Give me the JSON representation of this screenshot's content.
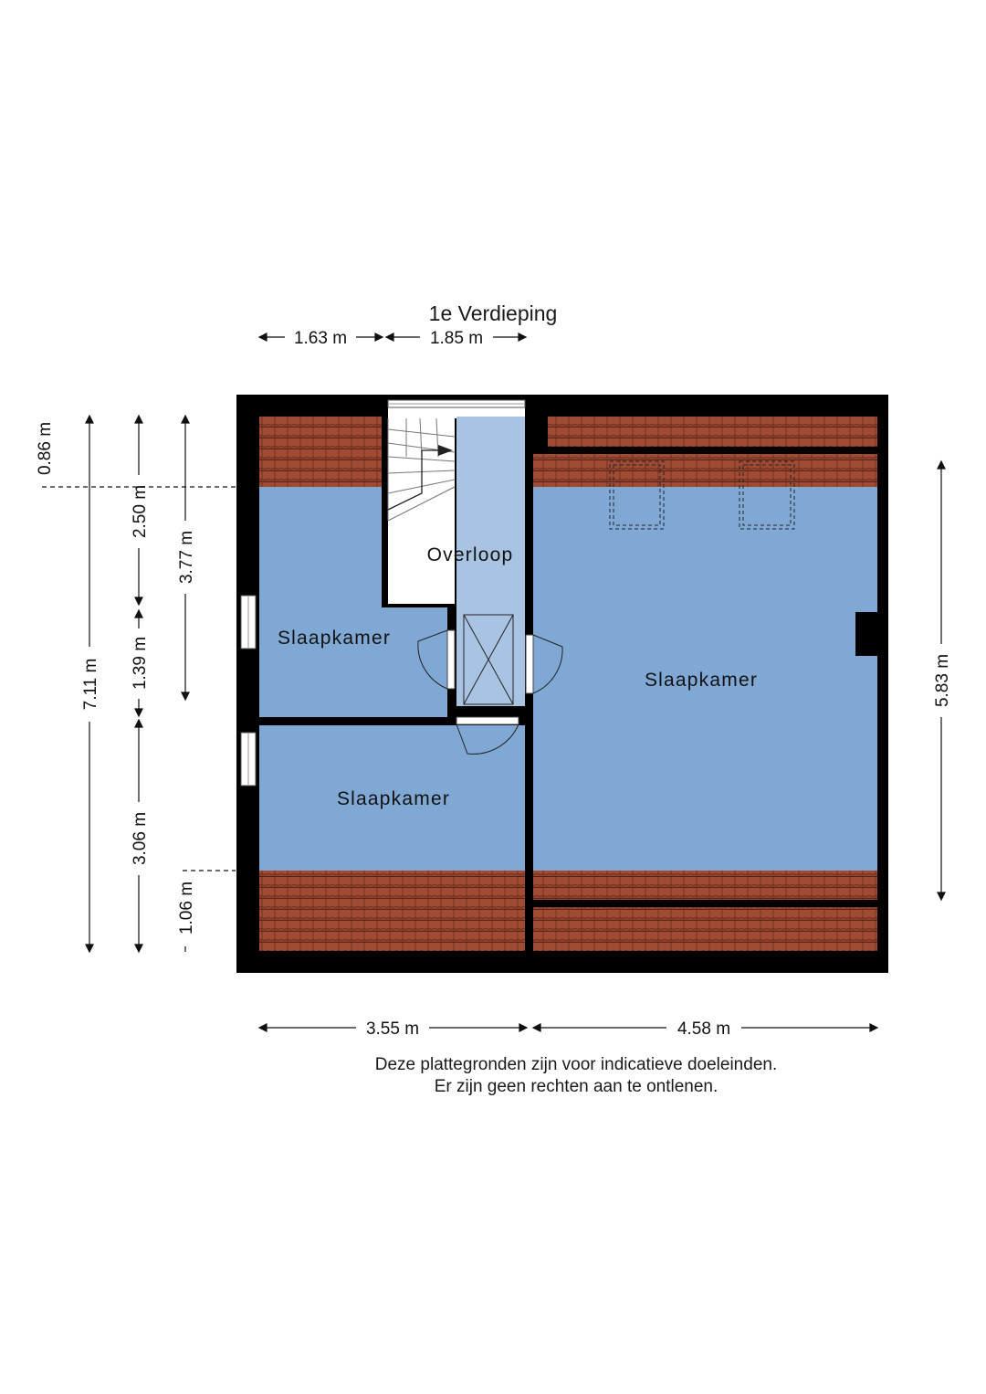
{
  "title": "1e Verdieping",
  "rooms": {
    "overloop": "Overloop",
    "bedroom_left_top": "Slaapkamer",
    "bedroom_left_bottom": "Slaapkamer",
    "bedroom_right": "Slaapkamer"
  },
  "dimensions": {
    "top_left": "1.63 m",
    "top_right": "1.85 m",
    "bottom_left": "3.55 m",
    "bottom_right": "4.58 m",
    "right_side": "5.83 m",
    "left_total": "7.11 m",
    "left_086": "0.86 m",
    "left_250": "2.50 m",
    "left_139": "1.39 m",
    "left_306": "3.06 m",
    "left_377": "3.77 m",
    "left_106": "1.06 m"
  },
  "disclaimer": {
    "line1": "Deze plattegronden zijn voor indicatieve doeleinden.",
    "line2": "Er zijn geen rechten aan te ontlenen."
  },
  "colors": {
    "room_fill": "#7fa9d4",
    "landing_fill": "#a8c4e2",
    "wall": "#000000",
    "roof_tile": "#9c4a35"
  }
}
